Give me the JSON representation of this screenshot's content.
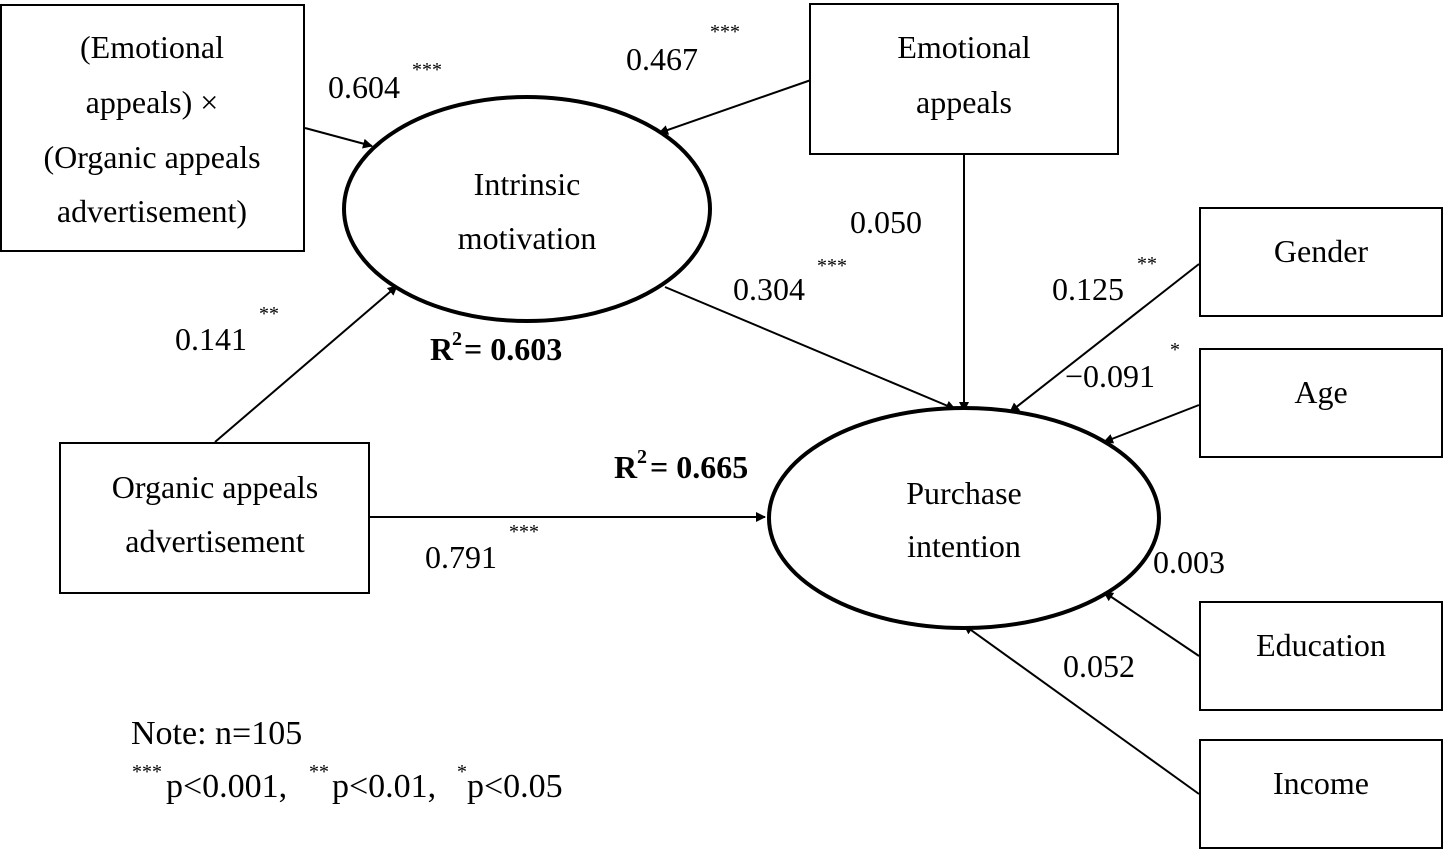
{
  "nodes": {
    "interaction": [
      "(Emotional",
      "appeals) ×",
      "(Organic appeals",
      "advertisement)"
    ],
    "emotional": [
      "Emotional",
      "appeals"
    ],
    "organic": [
      "Organic appeals",
      "advertisement"
    ],
    "gender": [
      "Gender"
    ],
    "age": [
      "Age"
    ],
    "education": [
      "Education"
    ],
    "income": [
      "Income"
    ],
    "intrinsic": [
      "Intrinsic",
      "motivation"
    ],
    "purchase": [
      "Purchase",
      "intention"
    ]
  },
  "paths": {
    "interaction_to_intrinsic": {
      "value": "0.604",
      "sig": "***"
    },
    "emotional_to_intrinsic": {
      "value": "0.467",
      "sig": "***"
    },
    "emotional_to_purchase": {
      "value": "0.050",
      "sig": ""
    },
    "intrinsic_to_purchase": {
      "value": "0.304",
      "sig": "***"
    },
    "organic_to_intrinsic": {
      "value": "0.141",
      "sig": "**"
    },
    "organic_to_purchase": {
      "value": "0.791",
      "sig": "***"
    },
    "gender_to_purchase": {
      "value": "0.125",
      "sig": "**"
    },
    "age_to_purchase": {
      "value": "−0.091",
      "sig": "*"
    },
    "education_to_purchase": {
      "value": "0.003",
      "sig": ""
    },
    "income_to_purchase": {
      "value": "0.052",
      "sig": ""
    }
  },
  "r2": {
    "intrinsic": {
      "prefix": "R",
      "sup": "2",
      "value": "= 0.603"
    },
    "purchase": {
      "prefix": "R",
      "sup": "2",
      "value": "= 0.665"
    }
  },
  "note": {
    "line1": "Note: n=105",
    "legend": [
      {
        "stars": "***",
        "text": "p<0.001,"
      },
      {
        "stars": "**",
        "text": "p<0.01,"
      },
      {
        "stars": "*",
        "text": "p<0.05"
      }
    ]
  }
}
